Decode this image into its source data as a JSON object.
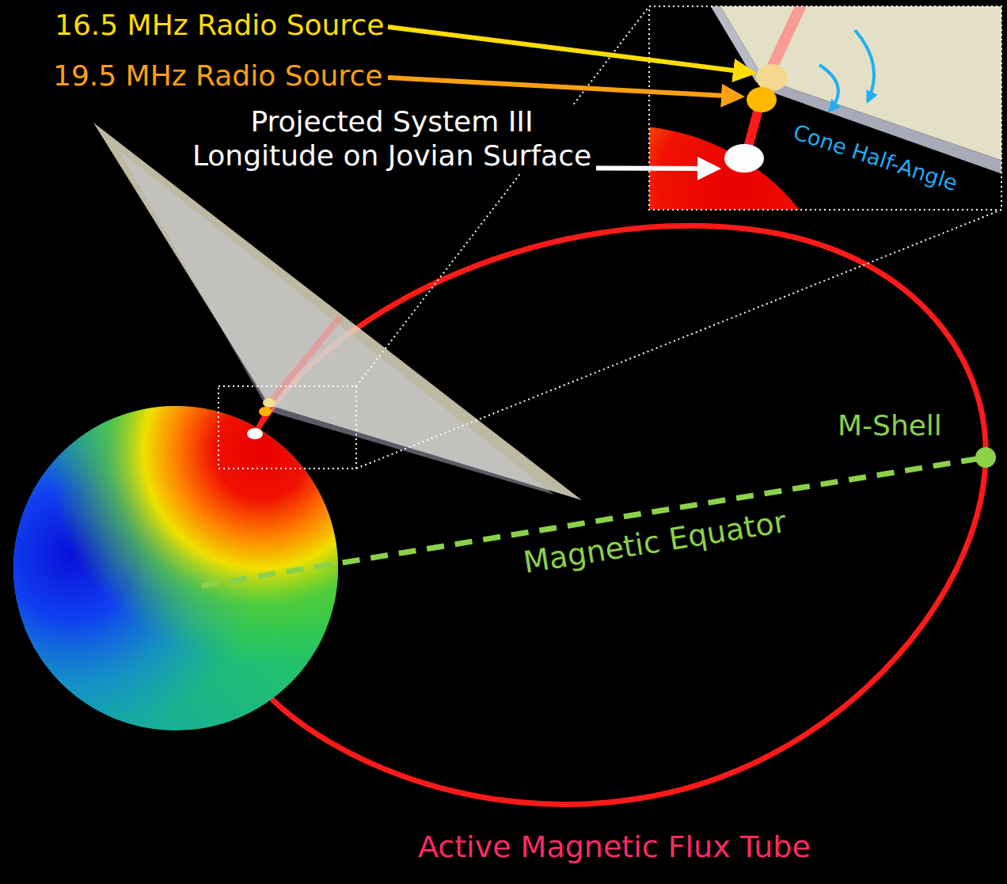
{
  "diagram": {
    "labels": [
      "16.5 MHz Radio Source",
      "19.5 MHz Radio Source",
      "Projected System III Longitude on Jovian Surface",
      "Cone Half-Angle",
      "M-Shell",
      "Magnetic Equator",
      "Active Magnetic Flux Tube"
    ]
  }
}
